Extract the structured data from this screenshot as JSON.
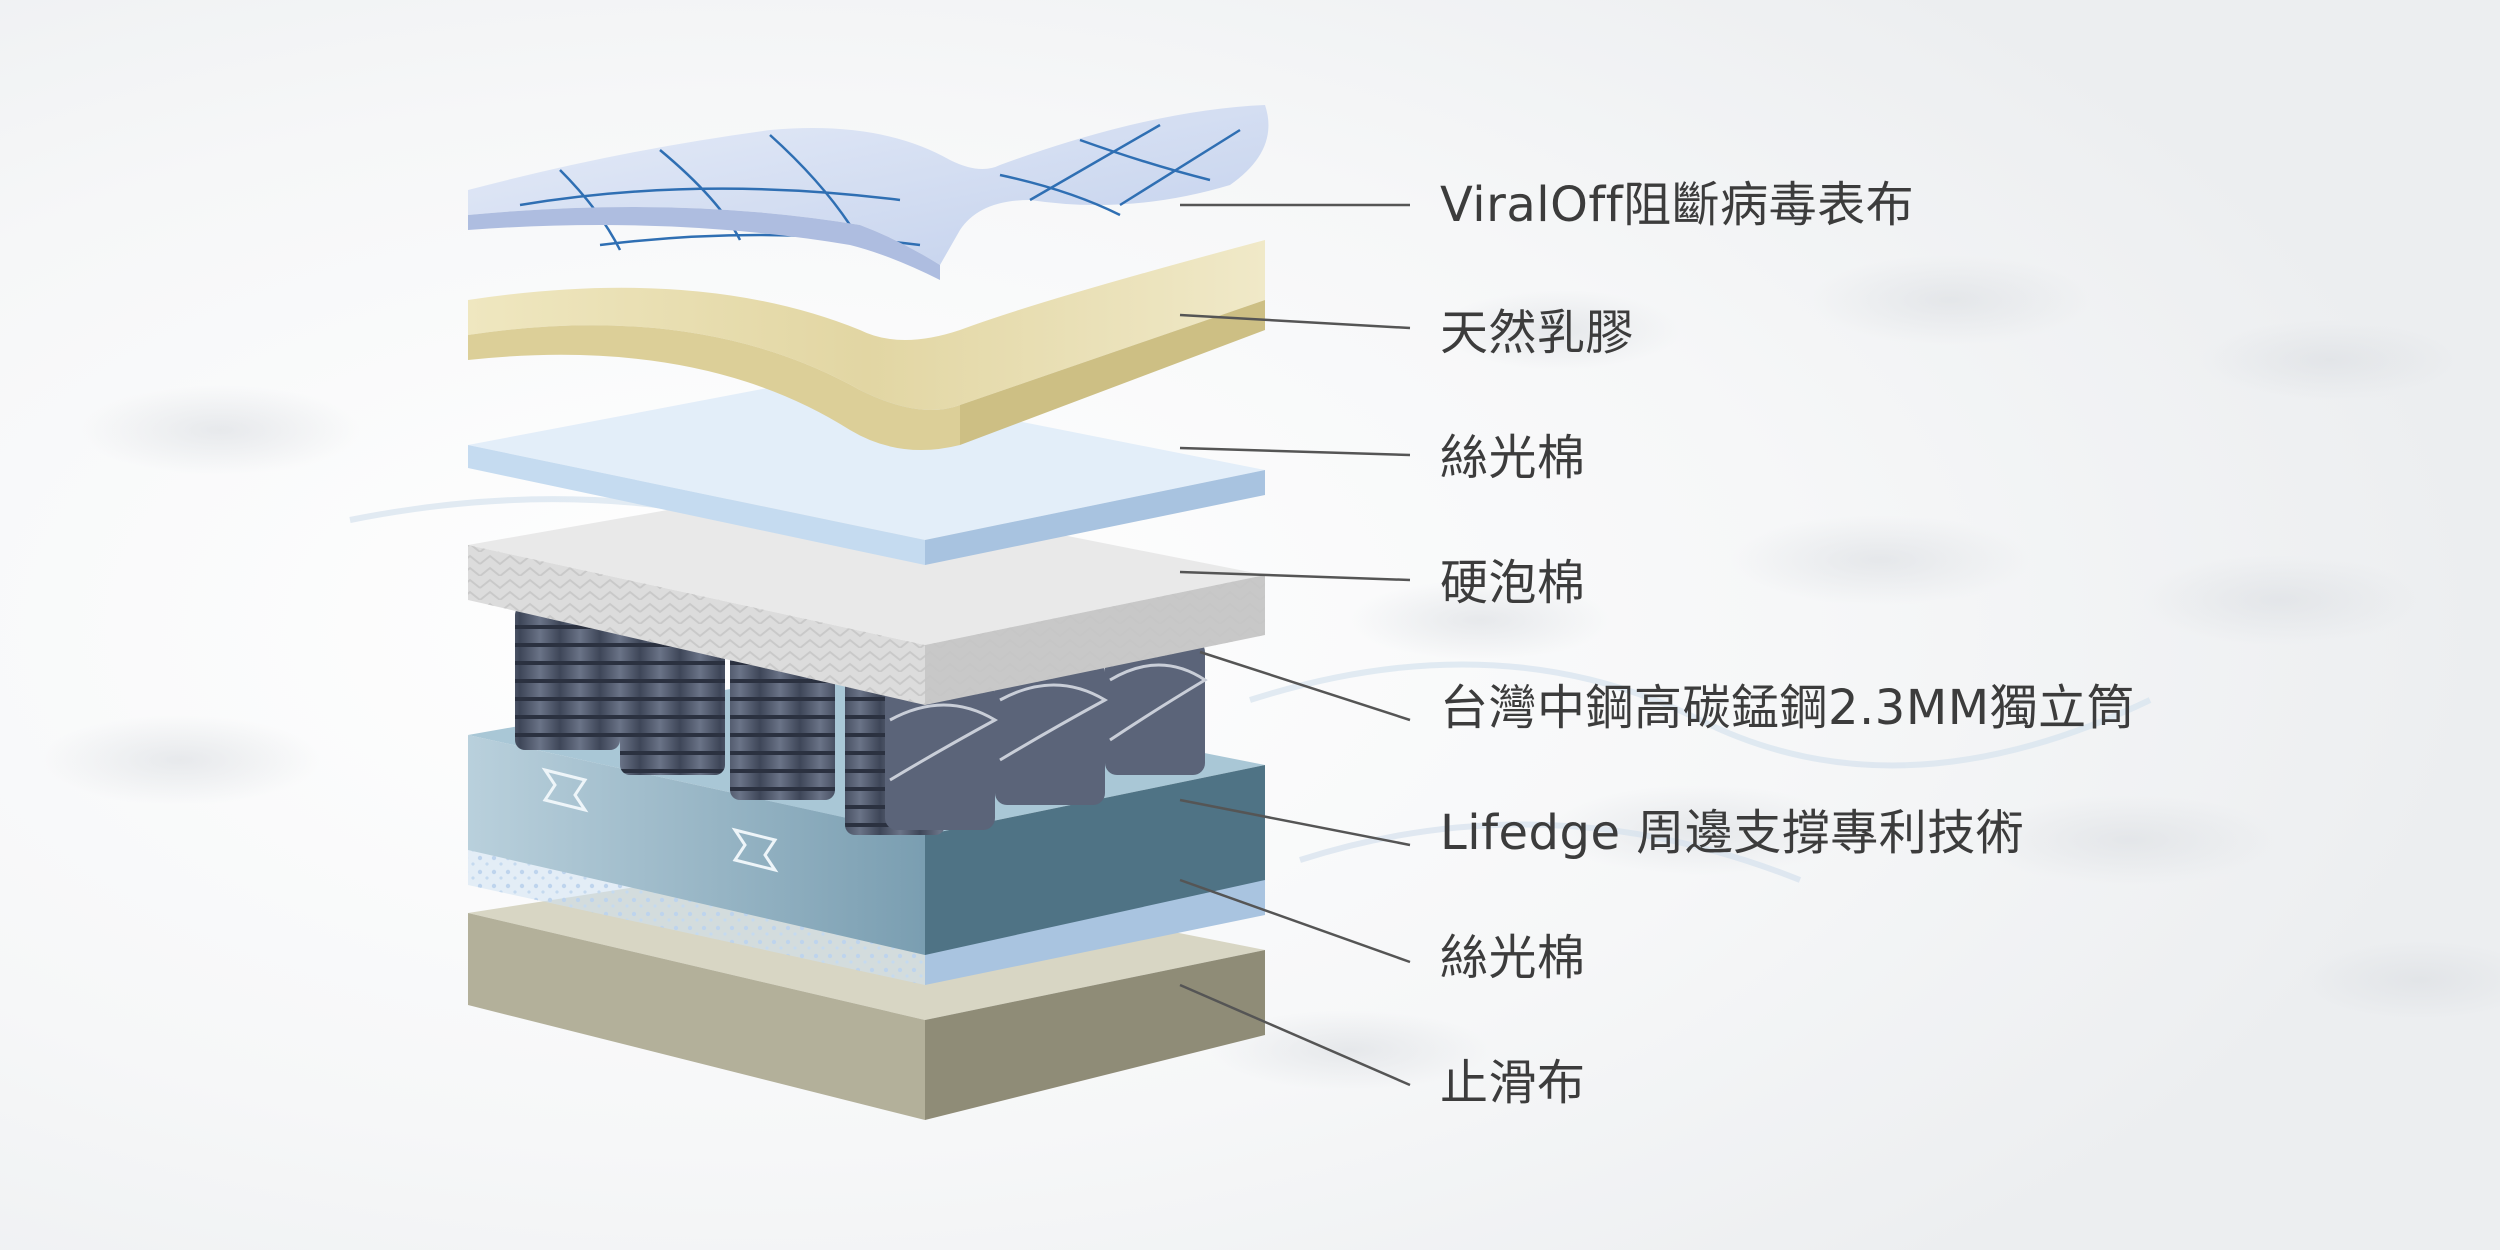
{
  "diagram": {
    "layers": [
      {
        "id": "viraloff-fabric",
        "label": "ViralOff阻斷病毒表布"
      },
      {
        "id": "natural-latex",
        "label": "天然乳膠"
      },
      {
        "id": "silk-cotton-top",
        "label": "絲光棉"
      },
      {
        "id": "hard-foam",
        "label": "硬泡棉"
      },
      {
        "id": "pocket-springs",
        "label": "台灣中鋼高碳錳鋼2.3MM獨立筒"
      },
      {
        "id": "lifedge-edge-support",
        "label": "Lifedge 周邊支撐專利技術"
      },
      {
        "id": "silk-cotton-bottom",
        "label": "絲光棉"
      },
      {
        "id": "non-slip-fabric",
        "label": "止滑布"
      }
    ]
  },
  "colors": {
    "fabric": "#c9d6ef",
    "fabric_grid": "#2f6fb3",
    "latex": "#e8dfb5",
    "silk_cotton": "#cfe2f3",
    "hard_foam": "#d9d9d9",
    "spring": "#4b5469",
    "edge_support": "#8fb1c2",
    "non_slip": "#b9b69f",
    "leader_line": "#555555",
    "label_text": "#3c3c3c"
  }
}
